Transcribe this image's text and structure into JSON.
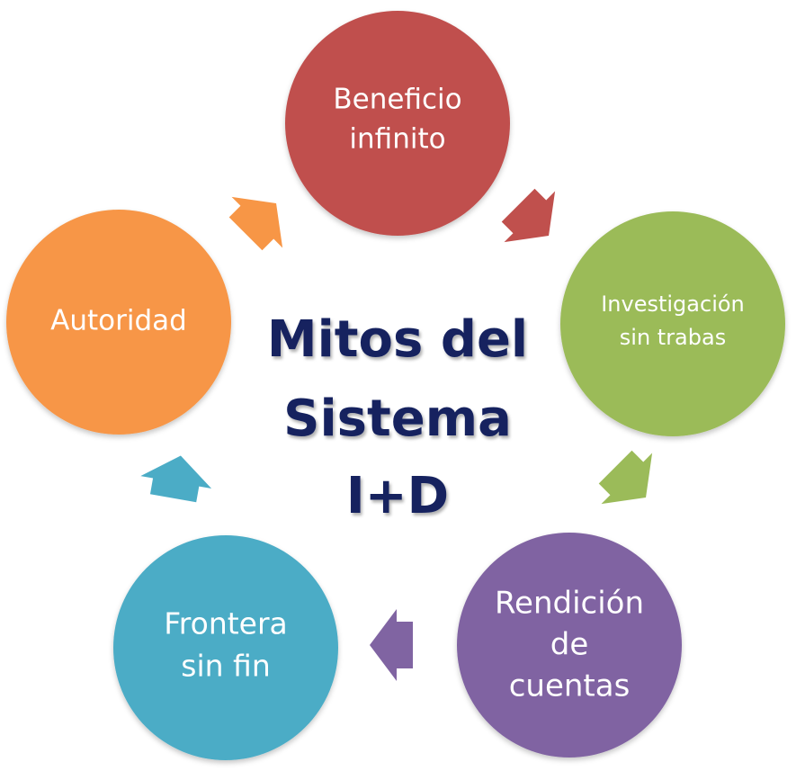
{
  "center_title": {
    "line1": "Mitos del",
    "line2": "Sistema",
    "line3": "I+D"
  },
  "nodes": [
    {
      "id": "beneficio",
      "lines": [
        "Beneficio",
        "infinito"
      ],
      "color": "#c0504d"
    },
    {
      "id": "investigacion",
      "lines": [
        "Investigación",
        "sin trabas"
      ],
      "color": "#9bbb59"
    },
    {
      "id": "rendicion",
      "lines": [
        "Rendición",
        "de",
        "cuentas"
      ],
      "color": "#8064a2"
    },
    {
      "id": "frontera",
      "lines": [
        "Frontera",
        "sin fin"
      ],
      "color": "#4bacc6"
    },
    {
      "id": "autoridad",
      "lines": [
        "Autoridad"
      ],
      "color": "#f79646"
    }
  ],
  "arrows": [
    {
      "from": "autoridad",
      "to": "beneficio",
      "color": "#f79646"
    },
    {
      "from": "beneficio",
      "to": "investigacion",
      "color": "#c0504d"
    },
    {
      "from": "investigacion",
      "to": "rendicion",
      "color": "#9bbb59"
    },
    {
      "from": "rendicion",
      "to": "frontera",
      "color": "#8064a2"
    },
    {
      "from": "frontera",
      "to": "autoridad",
      "color": "#4bacc6"
    }
  ]
}
